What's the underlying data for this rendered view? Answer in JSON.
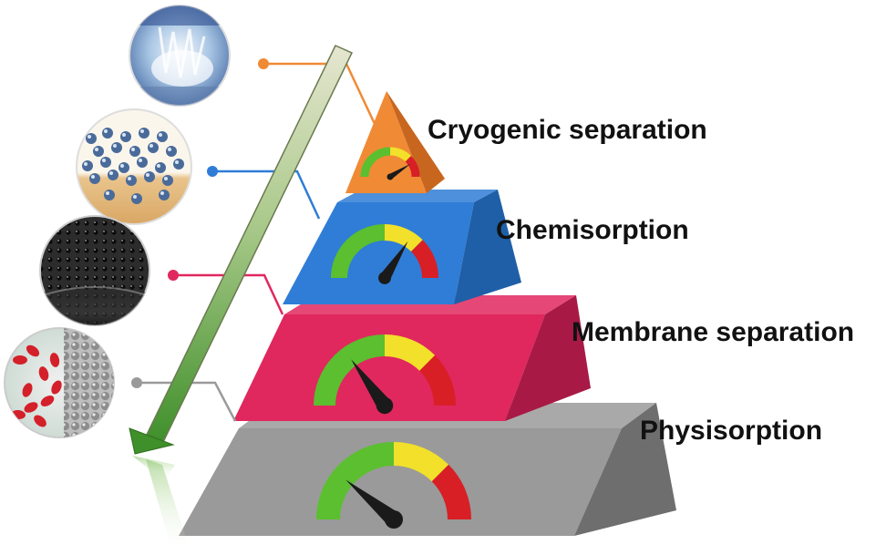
{
  "tiers": [
    {
      "label": "Cryogenic separation",
      "color": "#f08a35",
      "side_color": "#c8661f",
      "connector_color": "#f08a35",
      "gauge_level": 0.82
    },
    {
      "label": "Chemisorption",
      "color": "#2f7dd6",
      "side_color": "#1f5fa8",
      "connector_color": "#2f7dd6",
      "gauge_level": 0.68
    },
    {
      "label": "Membrane separation",
      "color": "#e0275e",
      "side_color": "#a81a45",
      "connector_color": "#e0275e",
      "gauge_level": 0.3
    },
    {
      "label": "Physisorption",
      "color": "#9a9a9a",
      "side_color": "#6e6e6e",
      "connector_color": "#9a9a9a",
      "gauge_level": 0.22
    }
  ],
  "gauge_colors": {
    "low": "#5bbf2f",
    "mid": "#f2e02a",
    "high": "#d81f26"
  },
  "arrow_color": "#6fae3c",
  "thumbnails": [
    {
      "name": "cryogenic-photo"
    },
    {
      "name": "chemisorption-surface-image"
    },
    {
      "name": "membrane-pores-image"
    },
    {
      "name": "physisorption-particles-image"
    }
  ]
}
